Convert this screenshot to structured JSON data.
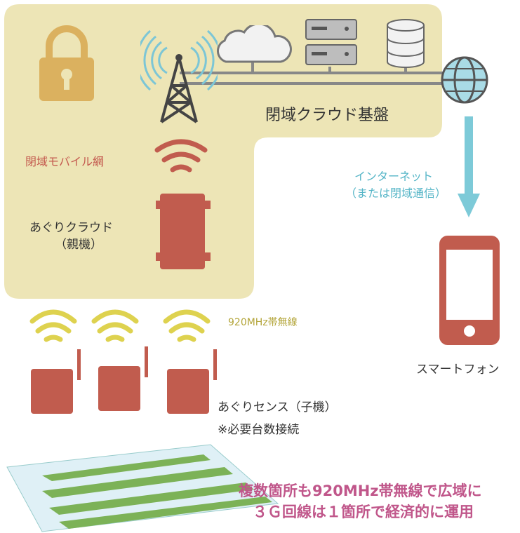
{
  "diagram": {
    "closed_cloud_label": "閉域クラウド基盤",
    "closed_mobile_label": "閉域モバイル網",
    "parent_label_1": "あぐりクラウド",
    "parent_label_2": "（親機）",
    "internet_label_1": "インターネット",
    "internet_label_2": "（または閉域通信）",
    "smartphone_label": "スマートフォン",
    "radio_label": "920MHz帯無線",
    "sensor_label": "あぐりセンス（子機）",
    "note_label": "※必要台数接続",
    "bottom_line_1": "複数箇所も920MHz帯無線で広域に",
    "bottom_line_2": "３Ｇ回線は１箇所で経済的に運用"
  },
  "colors": {
    "closed_area_bg": "#ede5b6",
    "device_red": "#c15c4e",
    "wifi_yellow": "#ded24f",
    "arrow_cyan": "#7dcad8",
    "lock_gold": "#dbb15f"
  },
  "icons": [
    "lock-icon",
    "antenna-tower-icon",
    "cloud-icon",
    "server-icon",
    "database-icon",
    "globe-icon",
    "smartphone-icon",
    "wifi-signal-icon",
    "sensor-device-icon",
    "field-icon"
  ]
}
